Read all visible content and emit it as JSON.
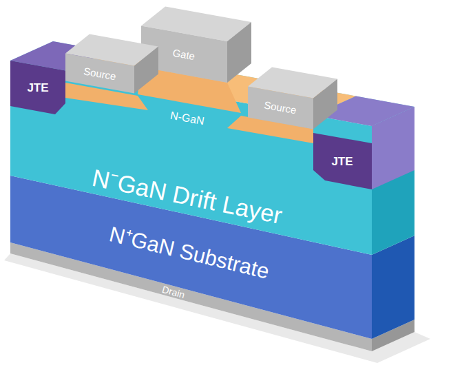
{
  "diagram": {
    "labels": [
      "Source",
      "Gate",
      "Source",
      "JTE",
      "N-GaN",
      "JTE",
      "N⁻GaN Drift Layer",
      "N⁺GaN Substrate",
      "Drain"
    ]
  }
}
